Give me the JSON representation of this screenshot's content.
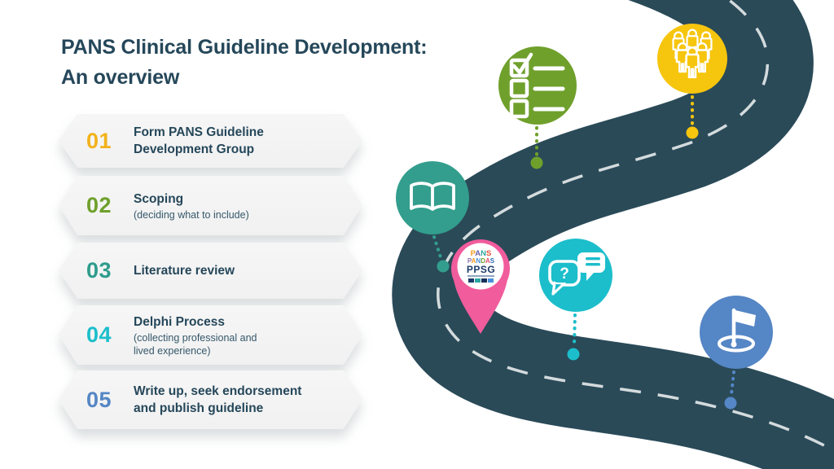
{
  "header": {
    "title_line1": "PANS Clinical Guideline Development:",
    "title_line2": "An overview",
    "color": "#25475A"
  },
  "steps": [
    {
      "number": "01",
      "number_color": "#F2B21B",
      "title": "Form PANS Guideline Development Group",
      "subtitle": ""
    },
    {
      "number": "02",
      "number_color": "#6FA02C",
      "title": "Scoping",
      "subtitle": "(deciding what to include)"
    },
    {
      "number": "03",
      "number_color": "#2E9C8C",
      "title": "Literature review",
      "subtitle": ""
    },
    {
      "number": "04",
      "number_color": "#1CBECB",
      "title": "Delphi Process",
      "subtitle": "(collecting professional and lived experience)"
    },
    {
      "number": "05",
      "number_color": "#5586C5",
      "title": "Write up, seek endorsement and publish guideline",
      "subtitle": ""
    }
  ],
  "roadmap": {
    "road_color": "#2A4A58",
    "dash_color": "#FFFFFF",
    "milestones": [
      {
        "name": "checklist",
        "icon": "checklist-icon",
        "color": "#6FA02C"
      },
      {
        "name": "people-group",
        "icon": "people-group-icon",
        "color": "#F6C50E"
      },
      {
        "name": "open-book",
        "icon": "open-book-icon",
        "color": "#339E8D"
      },
      {
        "name": "ppsg-location-pin",
        "icon": "location-pin-icon",
        "color": "#F05C9C"
      },
      {
        "name": "chat-discussion",
        "icon": "chat-bubbles-icon",
        "color": "#1CBECB",
        "bubble_glyph": "?"
      },
      {
        "name": "goal-flag",
        "icon": "goal-flag-icon",
        "color": "#5586C5"
      }
    ],
    "pin_logo": {
      "letters1": [
        {
          "ch": "P",
          "color": "#F59B1E"
        },
        {
          "ch": "A",
          "color": "#6B5EA8"
        },
        {
          "ch": "N",
          "color": "#2AA7A0"
        },
        {
          "ch": "S",
          "color": "#E8533A"
        }
      ],
      "letters2": [
        {
          "ch": "P",
          "color": "#8E6FAD"
        },
        {
          "ch": "A",
          "color": "#F59B1E"
        },
        {
          "ch": "N",
          "color": "#4A90D9"
        },
        {
          "ch": "D",
          "color": "#6FA02C"
        },
        {
          "ch": "A",
          "color": "#E84A6F"
        },
        {
          "ch": "S",
          "color": "#2E6FB7"
        }
      ],
      "text3": "PPSG",
      "text3_color": "#1B3B68",
      "squares": [
        "#1B3B68",
        "#2AA7A0",
        "#16325A",
        "#4A90D9"
      ]
    }
  }
}
